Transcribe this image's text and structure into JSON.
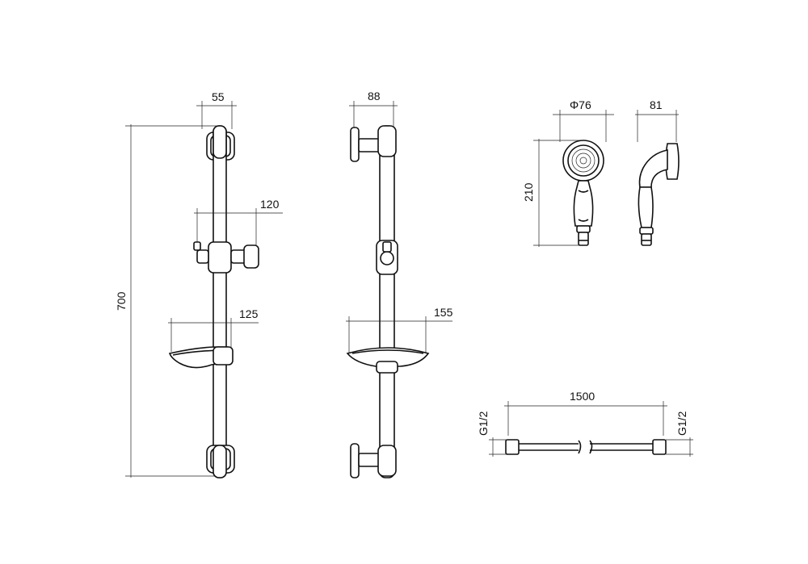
{
  "dimensions": {
    "front_bar_width": "55",
    "front_holder_width": "120",
    "front_dish_width": "125",
    "total_height": "700",
    "side_depth": "88",
    "side_dish_depth": "155",
    "head_diameter": "Φ76",
    "head_side_depth": "81",
    "handshower_length": "210",
    "hose_length": "1500",
    "hose_thread_left": "G1/2",
    "hose_thread_right": "G1/2"
  },
  "colors": {
    "line": "#111111",
    "background": "#ffffff"
  }
}
